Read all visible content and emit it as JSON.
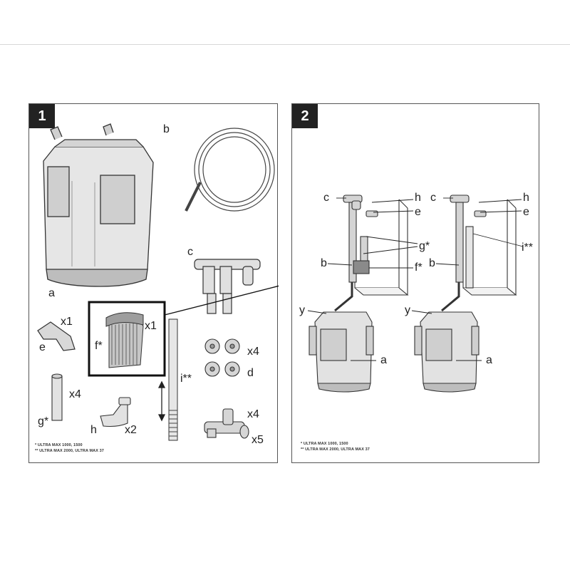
{
  "panel1": {
    "number": "1",
    "labels": {
      "a": "a",
      "b": "b",
      "c": "c",
      "e_qty": "x1",
      "e": "e",
      "f_qty": "x1",
      "f": "f*",
      "i": "i**",
      "d_qty": "x4",
      "d": "d",
      "g_qty": "x4",
      "g": "g*",
      "h": "h",
      "h_qty": "x2",
      "y_qty1": "x4",
      "y_qty2": "x5"
    },
    "footnotes": [
      "* ULTRA MAX 1000, 1500",
      "** ULTRA MAX 2000, ULTRA MAX 37"
    ]
  },
  "panel2": {
    "number": "2",
    "left_labels": {
      "c": "c",
      "h": "h",
      "e": "e",
      "g": "g*",
      "b": "b",
      "f": "f*",
      "y": "y",
      "a": "a"
    },
    "right_labels": {
      "c": "c",
      "h": "h",
      "e": "e",
      "i": "i**",
      "b": "b",
      "y": "y",
      "a": "a"
    },
    "footnotes": [
      "* ULTRA MAX 1000, 1500",
      "** ULTRA MAX 2000, ULTRA MAX 37"
    ]
  },
  "colors": {
    "frame": "#555555",
    "ink": "#222222",
    "fill_light": "#e6e6e6",
    "fill_mid": "#c8c8c8",
    "fill_dark": "#8a8a8a"
  }
}
